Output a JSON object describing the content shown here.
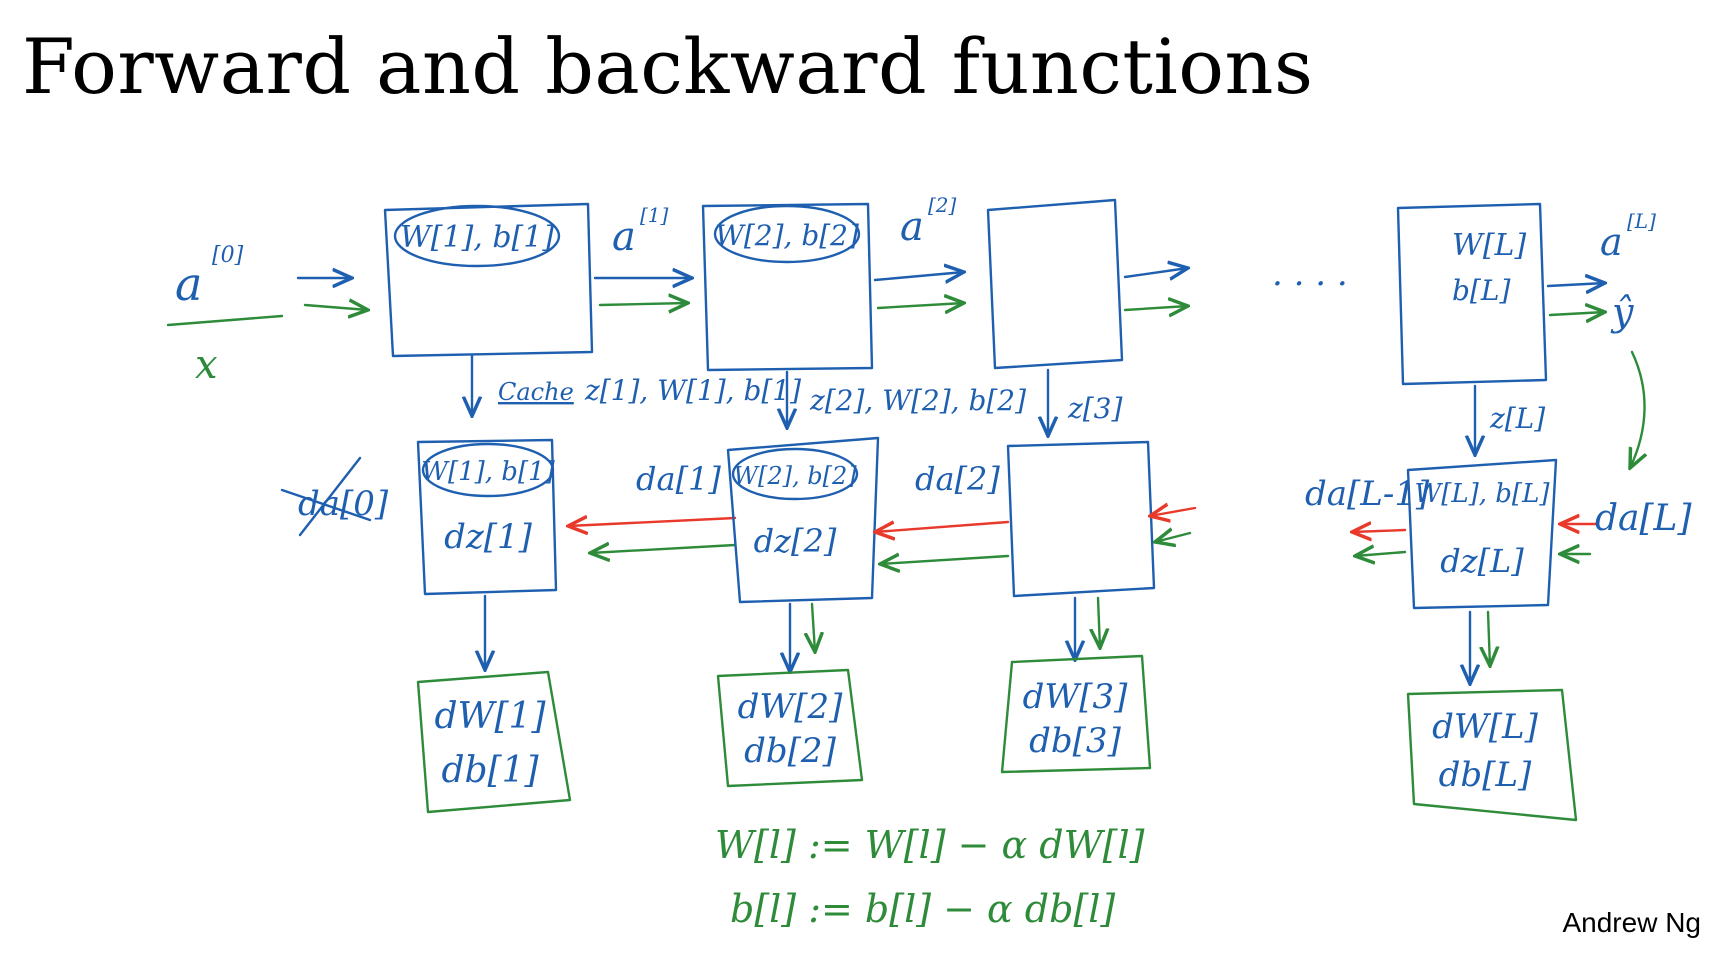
{
  "title": "Forward and backward functions",
  "author": "Andrew Ng",
  "colors": {
    "forward": "#1f5fb0",
    "backward": "#e8392b",
    "gradient": "#2e8b3a"
  },
  "labels": {
    "a0": "a",
    "a0_sup": "[0]",
    "x": "x",
    "a1": "a",
    "a1_sup": "[1]",
    "a2": "a",
    "a2_sup": "[2]",
    "aL": "a",
    "aL_sup": "[L]",
    "yhat": "ŷ",
    "ellipsis": ". . . .",
    "fw_params1": "W[1], b[1]",
    "fw_params2": "W[2], b[2]",
    "fw_paramsL_w": "W[L]",
    "fw_paramsL_b": "b[L]",
    "cache_word": "Cache",
    "cache1": "z[1], W[1], b[1]",
    "cache2": "z[2], W[2], b[2]",
    "cache3": "z[3]",
    "cacheL": "z[L]",
    "da0": "da[0]",
    "da1": "da[1]",
    "da2": "da[2]",
    "daLm1": "da[L-1]",
    "daL": "da[L]",
    "bw_params1": "W[1], b[1]",
    "bw_params2": "W[2], b[2]",
    "bw_paramsL": "W[L], b[L]",
    "dz1": "dz[1]",
    "dz2": "dz[2]",
    "dzL": "dz[L]",
    "dW1": "dW[1]",
    "db1": "db[1]",
    "dW2": "dW[2]",
    "db2": "db[2]",
    "dW3": "dW[3]",
    "db3": "db[3]",
    "dWL": "dW[L]",
    "dbL": "db[L]",
    "update_w": "W[l] := W[l] − α dW[l]",
    "update_b": "b[l] := b[l] − α db[l]"
  }
}
